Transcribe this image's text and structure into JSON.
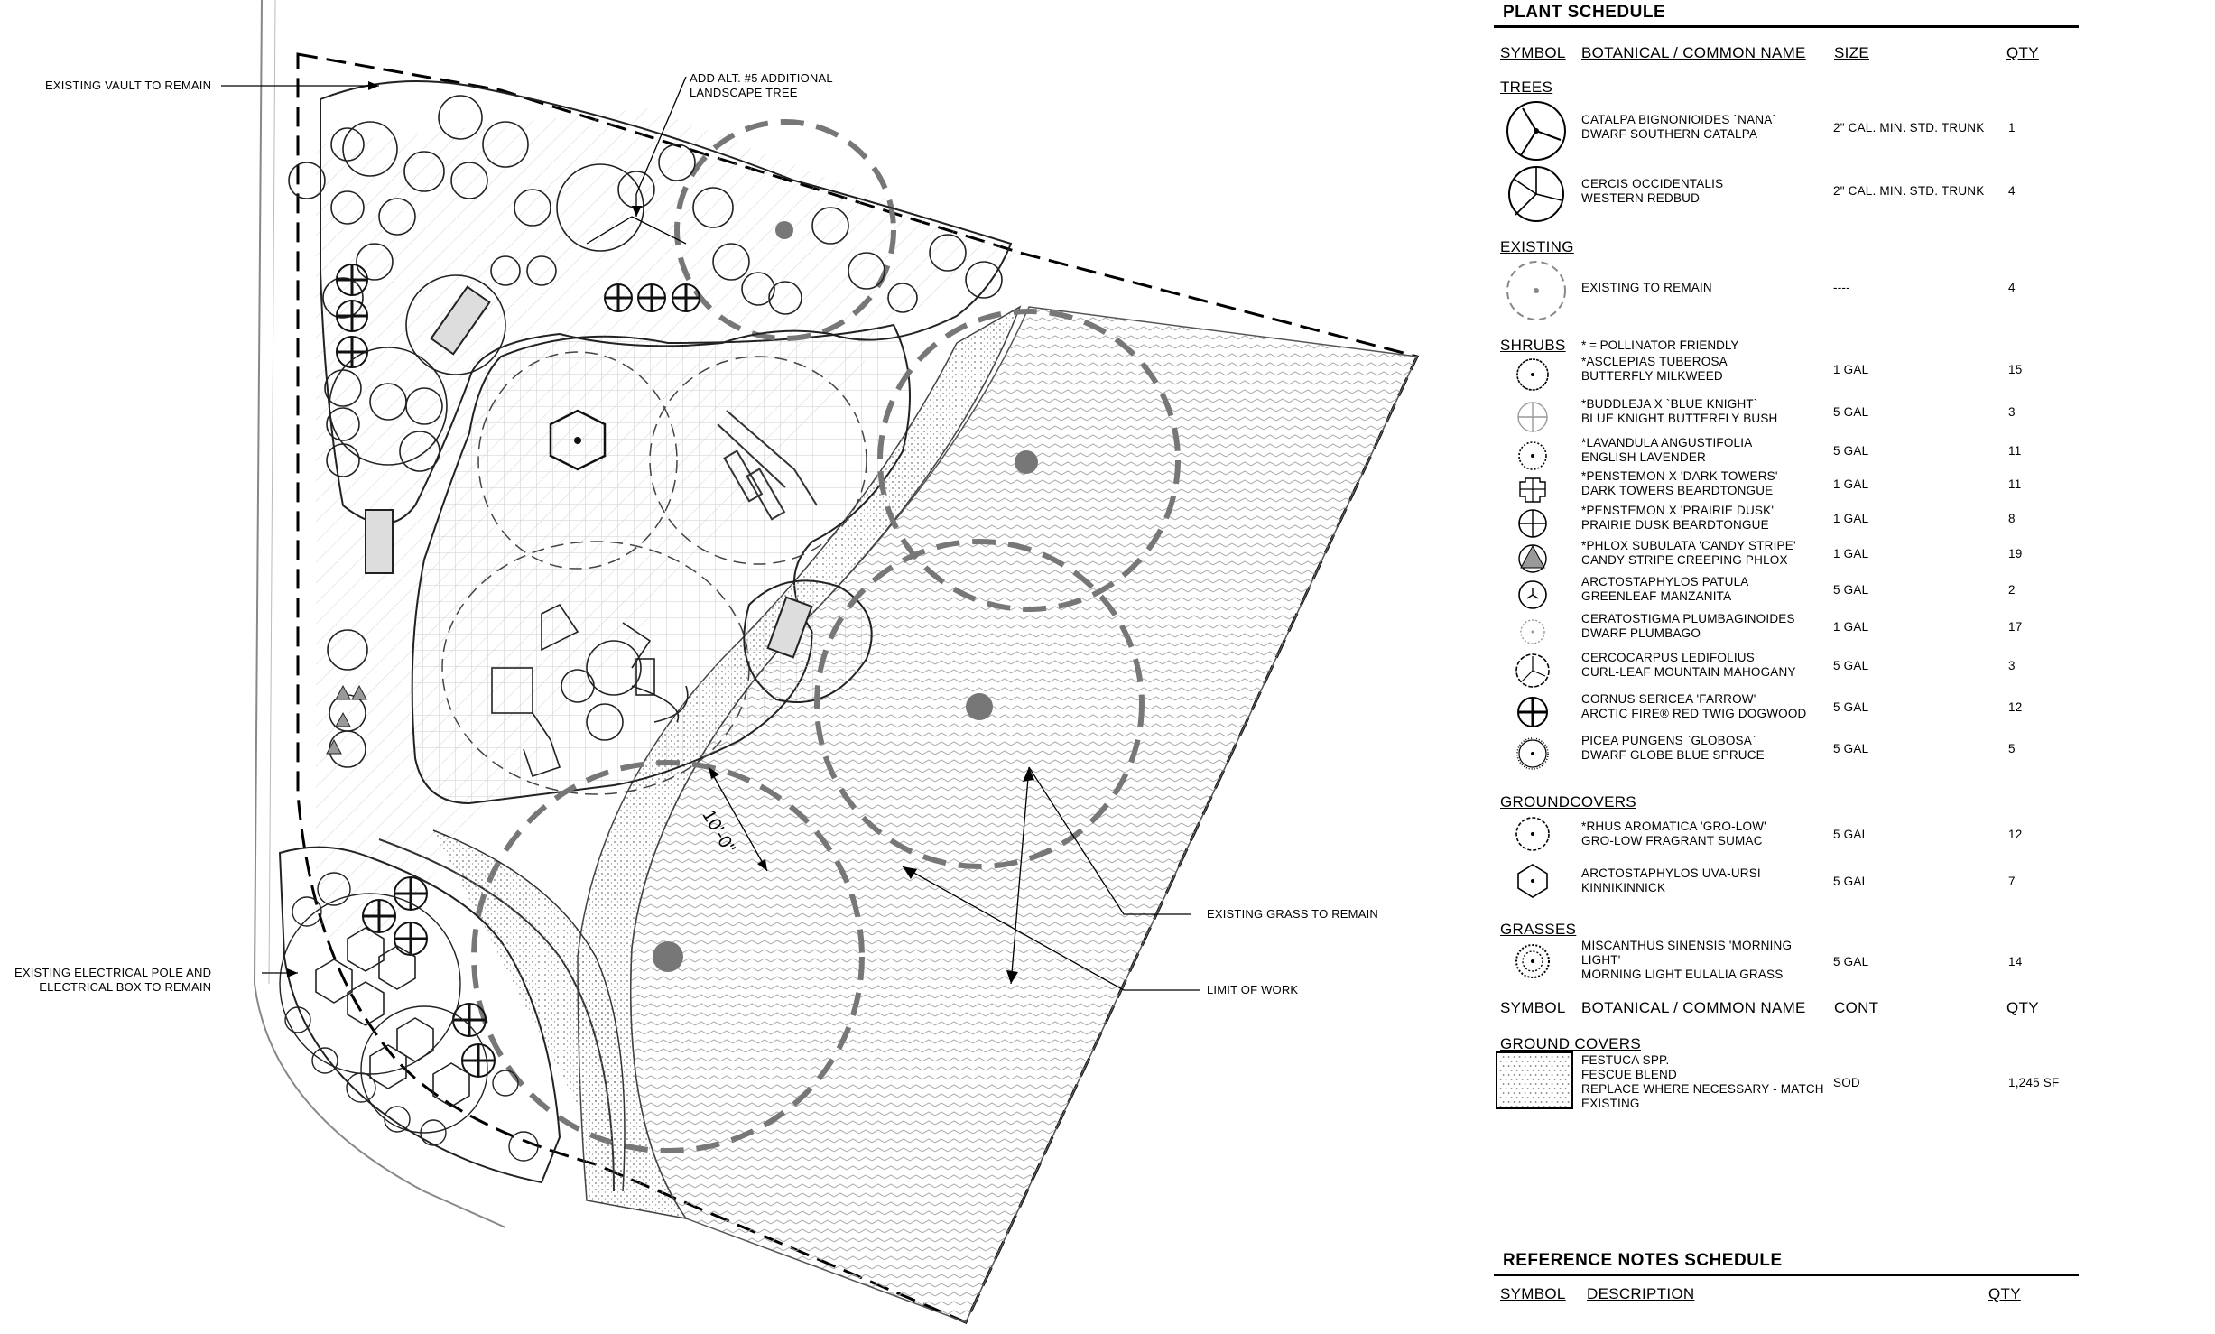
{
  "plan": {
    "callouts": {
      "vault": "EXISTING VAULT TO REMAIN",
      "alt_line1": "ADD ALT. #5 ADDITIONAL",
      "alt_line2": "LANDSCAPE TREE",
      "pole_line1": "EXISTING ELECTRICAL POLE AND",
      "pole_line2": "ELECTRICAL BOX TO REMAIN",
      "grass": "EXISTING GRASS TO REMAIN",
      "limit": "LIMIT OF WORK",
      "dimension": "10'-0\""
    }
  },
  "plant_schedule": {
    "title": "PLANT SCHEDULE",
    "headers": {
      "symbol": "SYMBOL",
      "name": "BOTANICAL / COMMON NAME",
      "size": "SIZE",
      "qty": "QTY"
    },
    "sections": {
      "trees": "TREES",
      "existing": "EXISTING",
      "shrubs": "SHRUBS",
      "groundcovers": "GROUNDCOVERS",
      "grasses": "GRASSES",
      "ground_covers": "GROUND COVERS"
    },
    "pollinator_note": "* = POLLINATOR FRIENDLY",
    "trees": [
      {
        "icon": "catalpa-tree-icon",
        "botanical": "CATALPA BIGNONIOIDES `NANA`",
        "common": "DWARF SOUTHERN CATALPA",
        "size": "2\" CAL. MIN. STD. TRUNK",
        "qty": "1"
      },
      {
        "icon": "redbud-tree-icon",
        "botanical": "CERCIS OCCIDENTALIS",
        "common": "WESTERN REDBUD",
        "size": "2\" CAL. MIN. STD. TRUNK",
        "qty": "4"
      }
    ],
    "existing": [
      {
        "icon": "existing-tree-icon",
        "botanical": "EXISTING TO REMAIN",
        "common": "",
        "size": "----",
        "qty": "4"
      }
    ],
    "shrubs": [
      {
        "icon": "milkweed-icon",
        "botanical": "*ASCLEPIAS TUBEROSA",
        "common": "BUTTERFLY MILKWEED",
        "size": "1 GAL",
        "qty": "15"
      },
      {
        "icon": "butterfly-bush-icon",
        "botanical": "*BUDDLEJA X `BLUE KNIGHT`",
        "common": "BLUE KNIGHT BUTTERFLY BUSH",
        "size": "5 GAL",
        "qty": "3"
      },
      {
        "icon": "lavender-icon",
        "botanical": "*LAVANDULA ANGUSTIFOLIA",
        "common": "ENGLISH LAVENDER",
        "size": "5 GAL",
        "qty": "11"
      },
      {
        "icon": "dark-towers-icon",
        "botanical": "*PENSTEMON X 'DARK TOWERS'",
        "common": "DARK TOWERS BEARDTONGUE",
        "size": "1 GAL",
        "qty": "11"
      },
      {
        "icon": "prairie-dusk-icon",
        "botanical": "*PENSTEMON X 'PRAIRIE DUSK'",
        "common": "PRAIRIE DUSK BEARDTONGUE",
        "size": "1 GAL",
        "qty": "8"
      },
      {
        "icon": "phlox-icon",
        "botanical": "*PHLOX SUBULATA 'CANDY STRIPE'",
        "common": "CANDY STRIPE CREEPING PHLOX",
        "size": "1 GAL",
        "qty": "19"
      },
      {
        "icon": "manzanita-icon",
        "botanical": "ARCTOSTAPHYLOS PATULA",
        "common": "GREENLEAF MANZANITA",
        "size": "5 GAL",
        "qty": "2"
      },
      {
        "icon": "plumbago-icon",
        "botanical": "CERATOSTIGMA PLUMBAGINOIDES",
        "common": "DWARF PLUMBAGO",
        "size": "1 GAL",
        "qty": "17"
      },
      {
        "icon": "mahogany-icon",
        "botanical": "CERCOCARPUS LEDIFOLIUS",
        "common": "CURL-LEAF MOUNTAIN MAHOGANY",
        "size": "5 GAL",
        "qty": "3"
      },
      {
        "icon": "dogwood-icon",
        "botanical": "CORNUS SERICEA 'FARROW'",
        "common": "ARCTIC FIRE® RED TWIG DOGWOOD",
        "size": "5 GAL",
        "qty": "12"
      },
      {
        "icon": "spruce-icon",
        "botanical": "PICEA PUNGENS `GLOBOSA`",
        "common": "DWARF GLOBE BLUE SPRUCE",
        "size": "5 GAL",
        "qty": "5"
      }
    ],
    "groundcovers": [
      {
        "icon": "sumac-icon",
        "botanical": "*RHUS AROMATICA 'GRO-LOW'",
        "common": "GRO-LOW FRAGRANT SUMAC",
        "size": "5 GAL",
        "qty": "12"
      },
      {
        "icon": "kinnikinnick-icon",
        "botanical": "ARCTOSTAPHYLOS UVA-URSI",
        "common": "KINNIKINNICK",
        "size": "5 GAL",
        "qty": "7"
      }
    ],
    "grasses": [
      {
        "icon": "eulalia-grass-icon",
        "botanical": "MISCANTHUS SINENSIS 'MORNING",
        "botanical2": "LIGHT'",
        "common": "MORNING LIGHT EULALIA GRASS",
        "size": "5 GAL",
        "qty": "14"
      }
    ],
    "headers2": {
      "symbol": "SYMBOL",
      "name": "BOTANICAL / COMMON NAME",
      "cont": "CONT",
      "qty": "QTY"
    },
    "sod": {
      "icon": "sod-hatch-icon",
      "line1": "FESTUCA SPP.",
      "line2": "FESCUE BLEND",
      "line3": "REPLACE WHERE NECESSARY - MATCH",
      "line4": "EXISTING",
      "cont": "SOD",
      "qty": "1,245 SF"
    }
  },
  "reference_notes": {
    "title": "REFERENCE NOTES SCHEDULE",
    "headers": {
      "symbol": "SYMBOL",
      "description": "DESCRIPTION",
      "qty": "QTY"
    }
  }
}
